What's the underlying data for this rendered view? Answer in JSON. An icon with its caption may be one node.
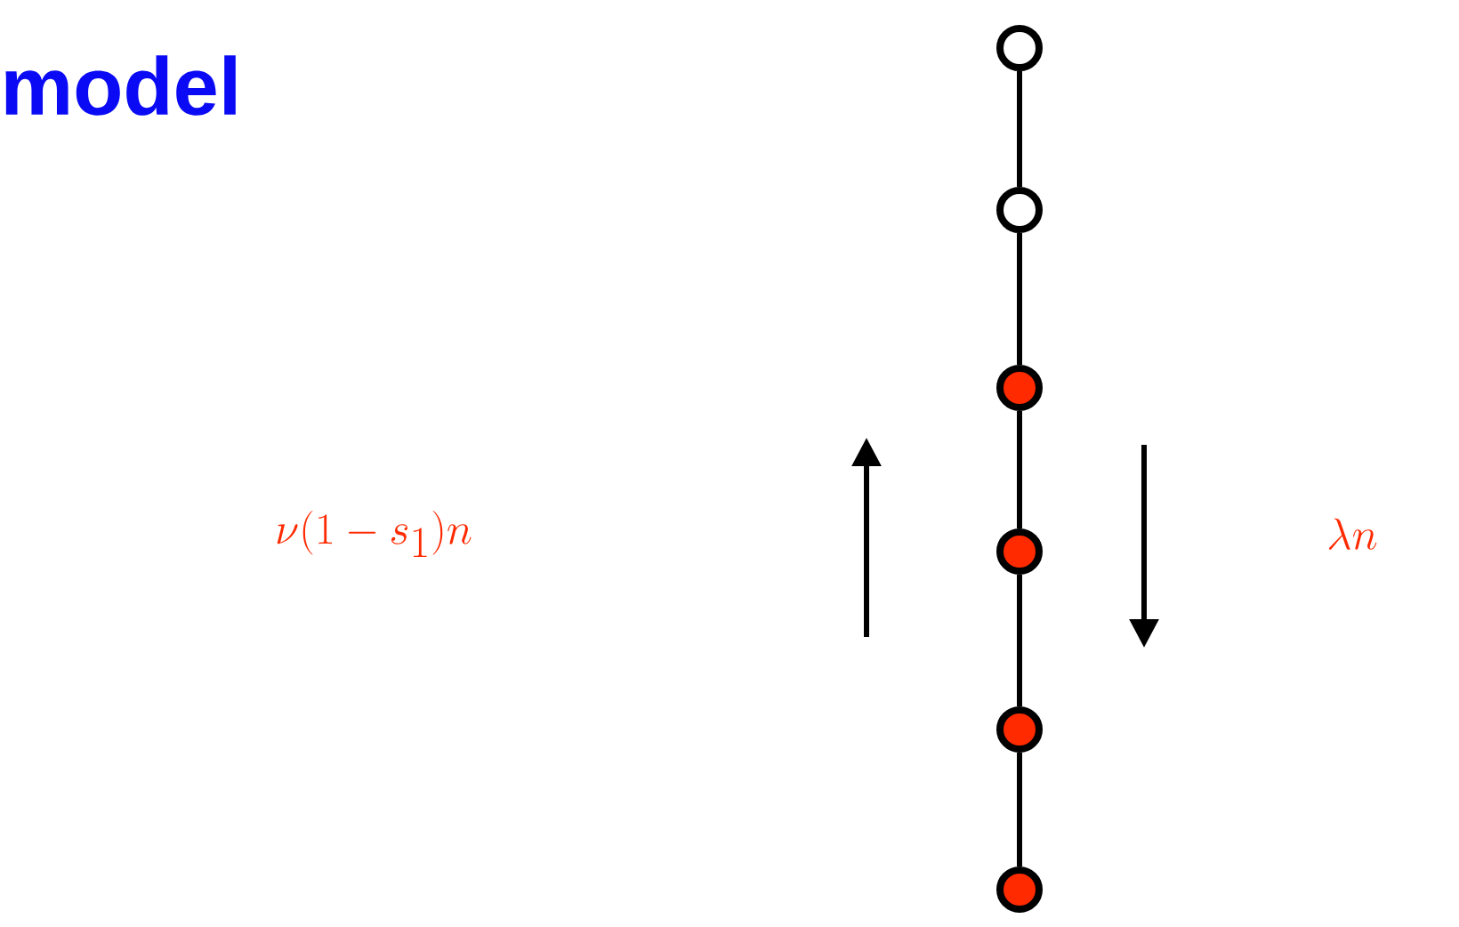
{
  "diagram": {
    "title": "model",
    "nodes": [
      {
        "text": [],
        "shape": "circle"
      },
      {
        "text": [],
        "shape": "circle"
      },
      {
        "text": [],
        "shape": "circle"
      },
      {
        "text": [],
        "shape": "circle"
      },
      {
        "text": [],
        "shape": "circle"
      },
      {
        "text": [],
        "shape": "circle"
      }
    ],
    "edges": [
      {
        "from": 0,
        "to": 1,
        "arrow": "none"
      },
      {
        "from": 1,
        "to": 2,
        "arrow": "none"
      },
      {
        "from": 2,
        "to": 3,
        "arrow": "none"
      },
      {
        "from": 3,
        "to": 4,
        "arrow": "none"
      },
      {
        "from": 4,
        "to": 5,
        "arrow": "none"
      }
    ],
    "labels": [
      "\\nu(1-s_1)n",
      "\\lambda n"
    ]
  }
}
